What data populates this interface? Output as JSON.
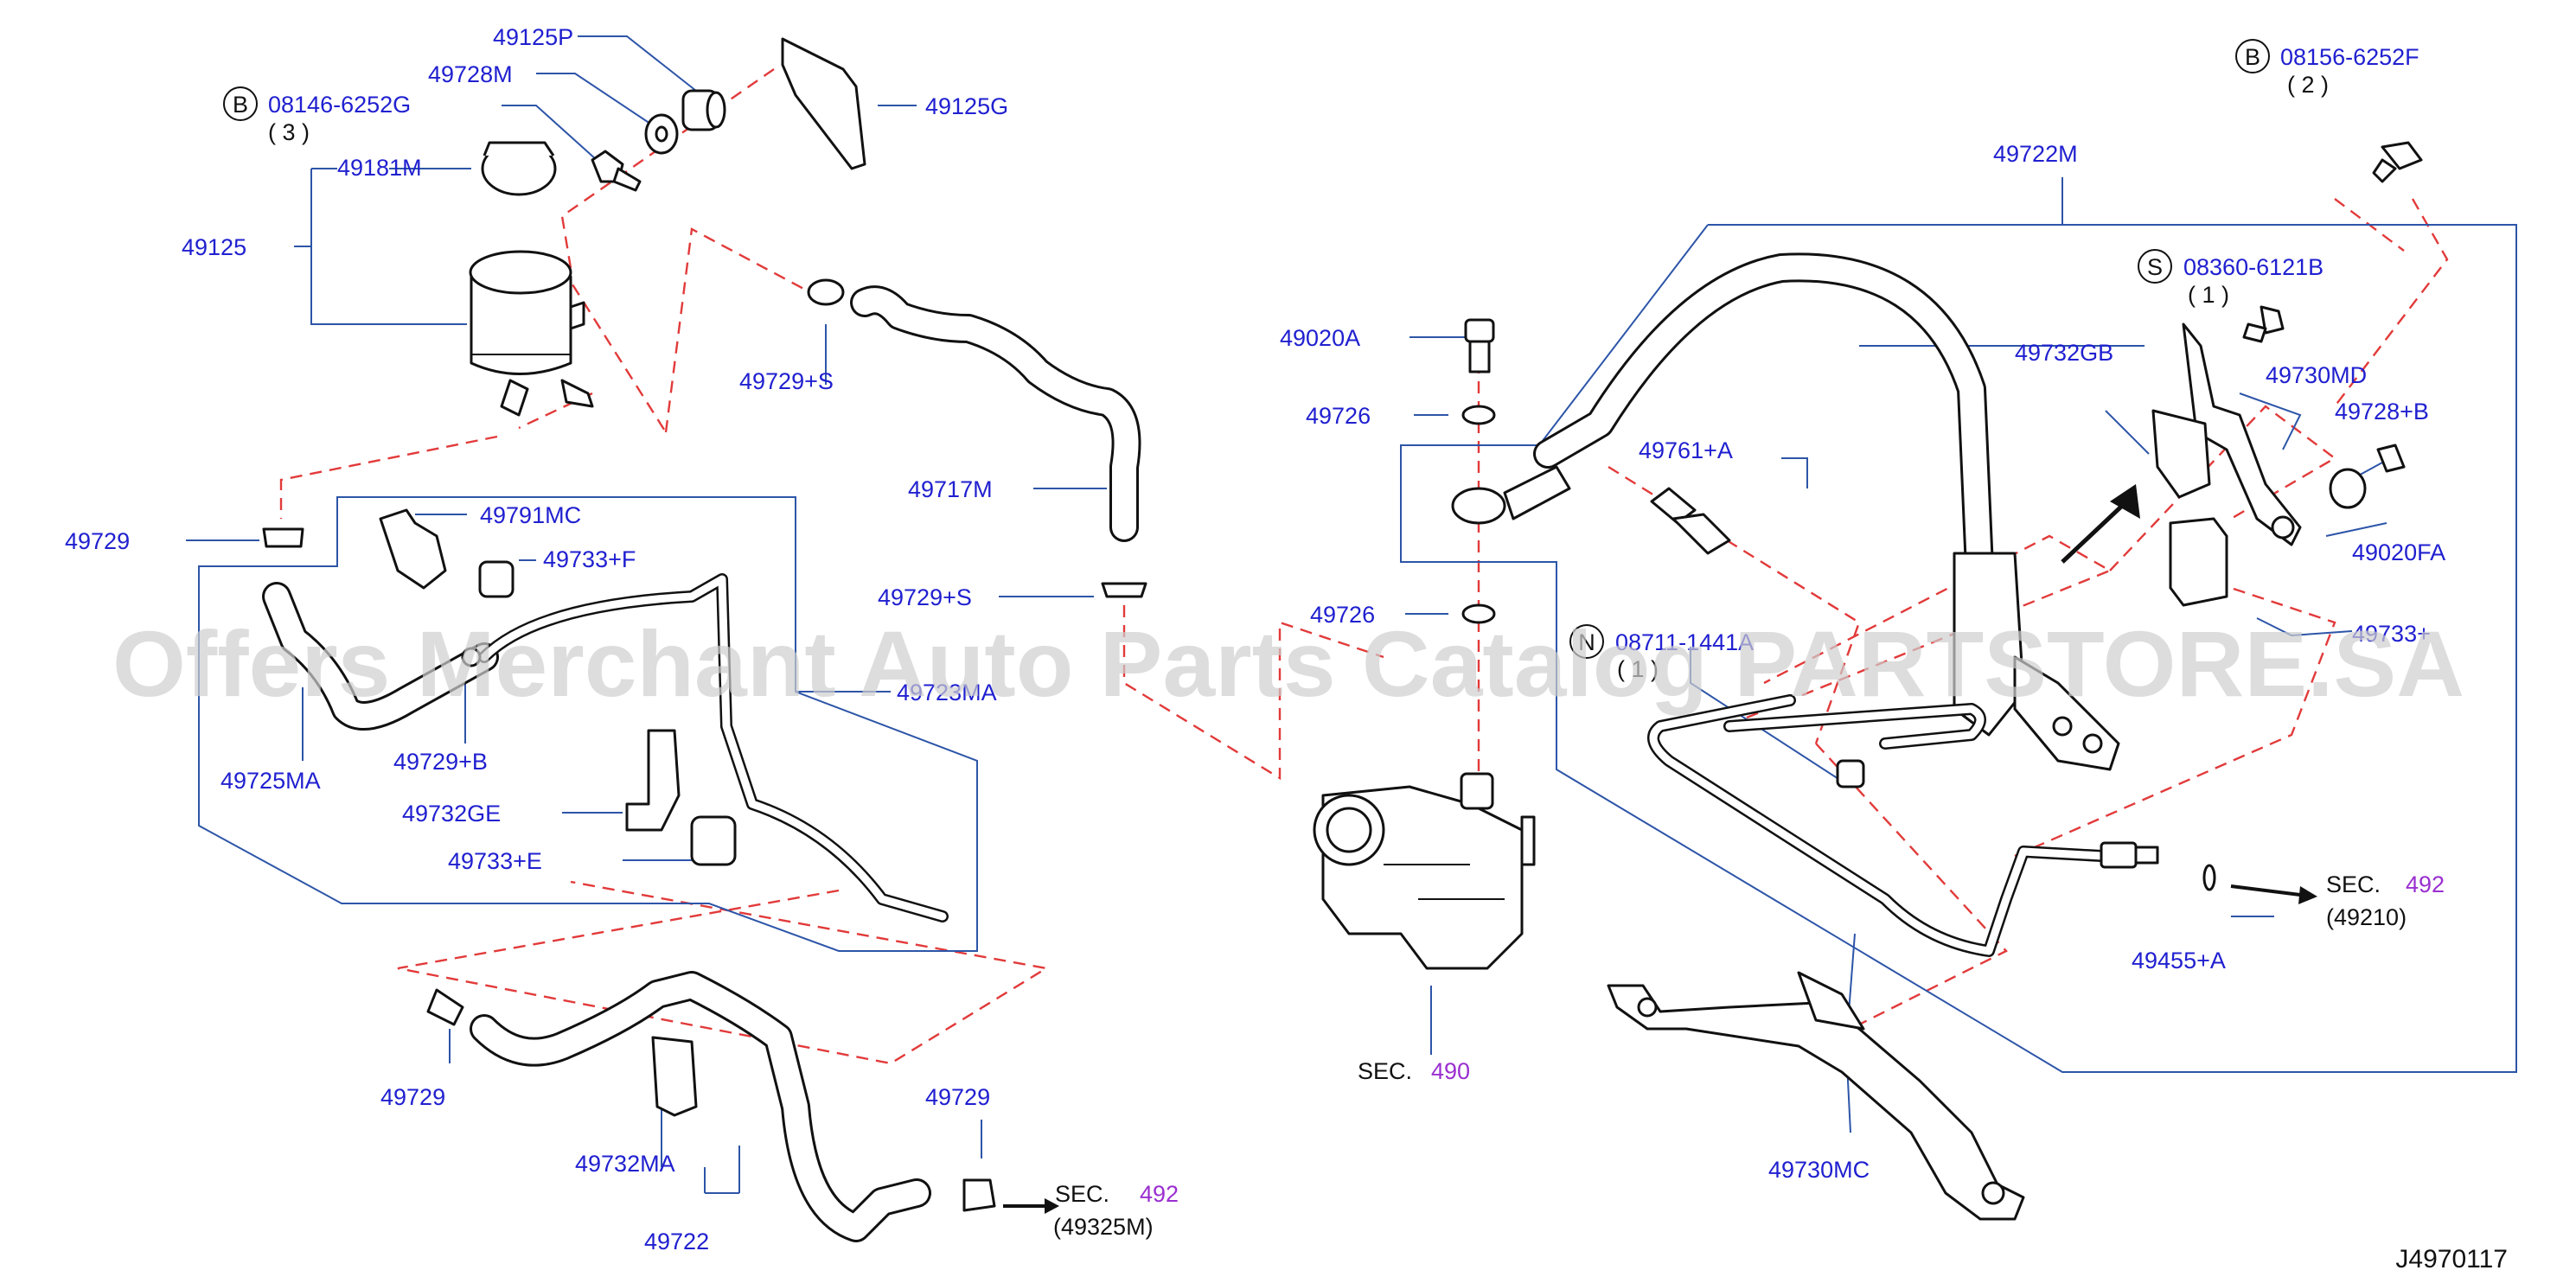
{
  "watermark": "Offers Merchant Auto Parts Catalog PARTSTORE.SA",
  "diagram_id": "J4970117",
  "callouts": {
    "c1": {
      "letter": "B",
      "code": "08146-6252G",
      "qty": "( 3 )"
    },
    "c2": {
      "letter": "B",
      "code": "08156-6252F",
      "qty": "( 2 )"
    },
    "c3": {
      "letter": "S",
      "code": "08360-6121B",
      "qty": "( 1 )"
    },
    "c4": {
      "letter": "N",
      "code": "08711-1441A",
      "qty": "( 1 )"
    }
  },
  "labels": {
    "p49125P": "49125P",
    "p49728M": "49728M",
    "p49125G": "49125G",
    "p49181M": "49181M",
    "p49125": "49125",
    "p49729S_top": "49729+S",
    "p49717M": "49717M",
    "p49729S_bot": "49729+S",
    "p49729_left": "49729",
    "p49791MC": "49791MC",
    "p49733F": "49733+F",
    "p49723MA": "49723MA",
    "p49725MA": "49725MA",
    "p49729B": "49729+B",
    "p49732GE": "49732GE",
    "p49733E": "49733+E",
    "p49729_lower": "49729",
    "p49729_lower2": "49729",
    "p49732MA": "49732MA",
    "p49722": "49722",
    "p49020A": "49020A",
    "p49726_top": "49726",
    "p49726_bot": "49726",
    "p49722M": "49722M",
    "p49761A": "49761+A",
    "p49732GB": "49732GB",
    "p49730MD": "49730MD",
    "p49728B": "49728+B",
    "p49020FA": "49020FA",
    "p49733_right": "49733+",
    "p49455A": "49455+A",
    "p49730MC": "49730MC"
  },
  "sec_refs": {
    "sec490": {
      "prefix": "SEC.",
      "num": "490"
    },
    "sec492_right": {
      "prefix": "SEC.",
      "num": "492",
      "sub": "(49210)"
    },
    "sec492_bottom": {
      "prefix": "SEC.",
      "num": "492",
      "sub": "(49325M)"
    }
  },
  "colors": {
    "label": "#2020d0",
    "sec_number": "#9a2fd0",
    "leader": "#2d55a8",
    "phantom_line": "#e23a3a"
  }
}
